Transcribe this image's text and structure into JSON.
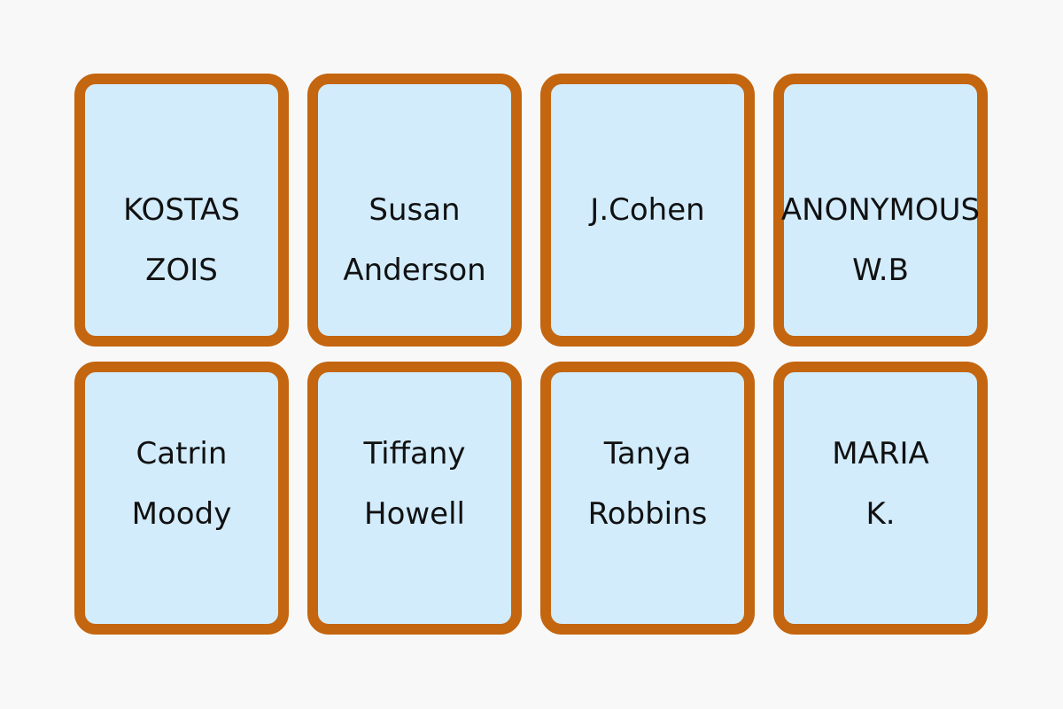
{
  "cards": [
    {
      "line1": "KOSTAS",
      "line2": "ZOIS"
    },
    {
      "line1": "Susan",
      "line2": "Anderson"
    },
    {
      "line1": "J.Cohen",
      "line2": ""
    },
    {
      "line1": "ANONYMOUS",
      "line2": "W.B"
    },
    {
      "line1": "Catrin",
      "line2": "Moody"
    },
    {
      "line1": "Tiffany",
      "line2": "Howell"
    },
    {
      "line1": "Tanya",
      "line2": "Robbins"
    },
    {
      "line1": "MARIA",
      "line2": "K."
    }
  ],
  "colors": {
    "background": "#f8f8f8",
    "card_fill": "#d2ecfc",
    "card_border": "#c4650f",
    "text": "#111111"
  }
}
